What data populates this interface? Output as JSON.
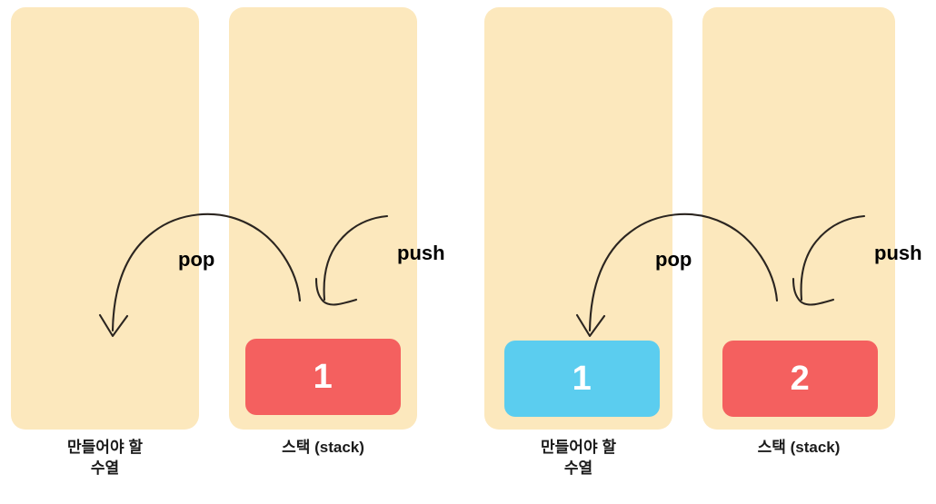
{
  "diagram": {
    "title": "stack push and pop operations",
    "background_color": "#ffffff",
    "panel_color": "#fce8bd",
    "card_red_color": "#f4605f",
    "card_blue_color": "#5bcdef",
    "arrow_color": "#2b2520"
  },
  "steps": [
    {
      "id": "step-1",
      "sequence_panel": {
        "label": "만들어야 할\n수열",
        "cards": []
      },
      "stack_panel": {
        "label": "스택 (stack)",
        "cards": [
          {
            "value": "1",
            "color": "red"
          }
        ]
      },
      "operations": {
        "pop_label": "pop",
        "push_label": "push"
      }
    },
    {
      "id": "step-2",
      "sequence_panel": {
        "label": "만들어야 할\n수열",
        "cards": [
          {
            "value": "1",
            "color": "blue"
          }
        ]
      },
      "stack_panel": {
        "label": "스택 (stack)",
        "cards": [
          {
            "value": "2",
            "color": "red"
          }
        ]
      },
      "operations": {
        "pop_label": "pop",
        "push_label": "push"
      }
    }
  ]
}
